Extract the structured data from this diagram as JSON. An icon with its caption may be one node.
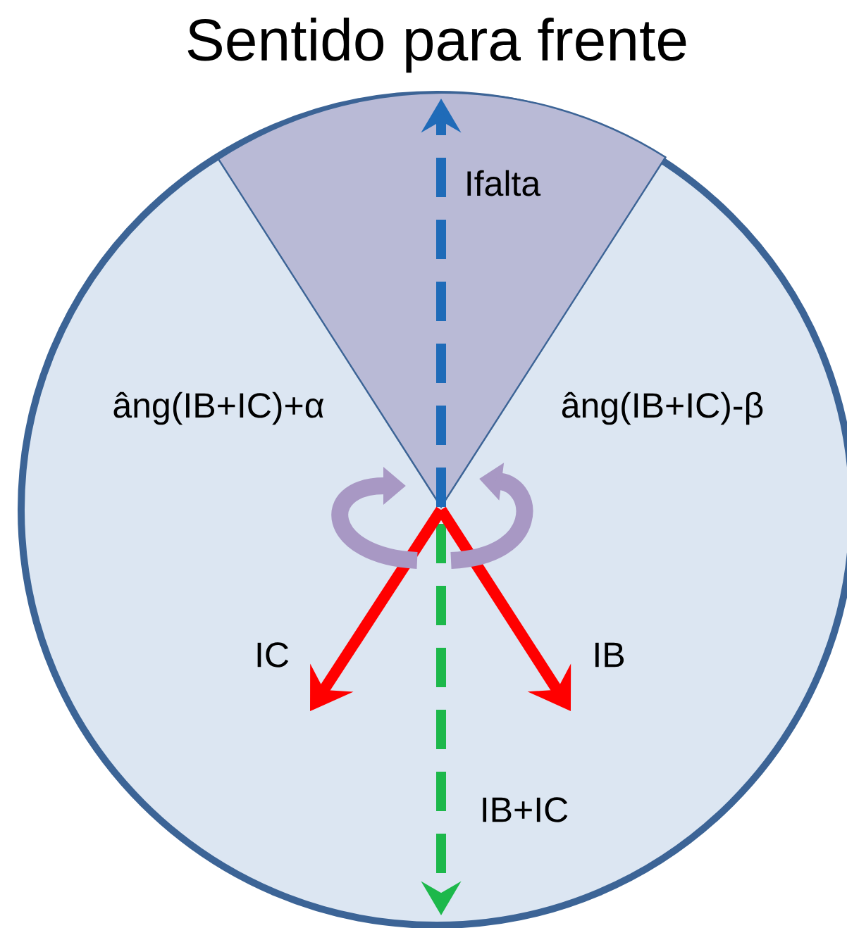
{
  "diagram": {
    "title": "Sentido para frente",
    "labels": [
      "Ifalta",
      "âng(IB+IC)+α",
      "âng(IB+IC)-β",
      "IC",
      "IB",
      "IB+IC"
    ]
  }
}
